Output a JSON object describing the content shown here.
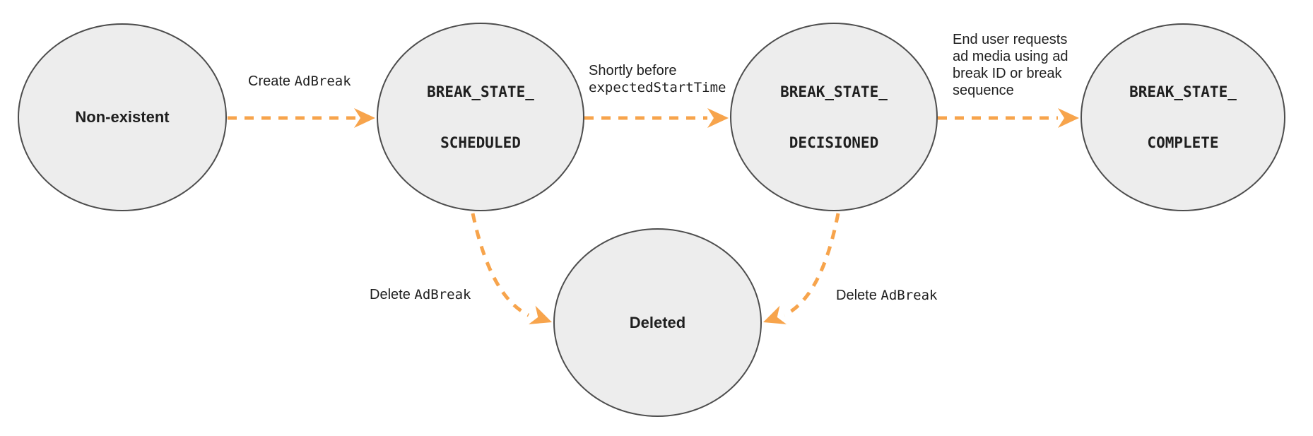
{
  "states": {
    "non_existent": {
      "label": "Non-existent"
    },
    "scheduled": {
      "line1": "BREAK_STATE_",
      "line2": "SCHEDULED"
    },
    "decisioned": {
      "line1": "BREAK_STATE_",
      "line2": "DECISIONED"
    },
    "complete": {
      "line1": "BREAK_STATE_",
      "line2": "COMPLETE"
    },
    "deleted": {
      "label": "Deleted"
    }
  },
  "transitions": {
    "create": {
      "prefix": "Create ",
      "code": "AdBreak"
    },
    "before_start": {
      "text": "Shortly before",
      "code": "expectedStartTime"
    },
    "end_user": {
      "lines": [
        "End user requests",
        "ad media using ad",
        "break ID or break",
        "sequence"
      ]
    },
    "delete_from_scheduled": {
      "prefix": "Delete ",
      "code": "AdBreak"
    },
    "delete_from_decisioned": {
      "prefix": "Delete ",
      "code": "AdBreak"
    }
  },
  "icons": {
    "arrowhead": "orange dashed-arrow chevron head"
  },
  "colors": {
    "arrow": "#F7A44C",
    "circle_fill": "#EDEDED",
    "circle_stroke": "#4D4D4D",
    "text": "#1F1F1F"
  }
}
